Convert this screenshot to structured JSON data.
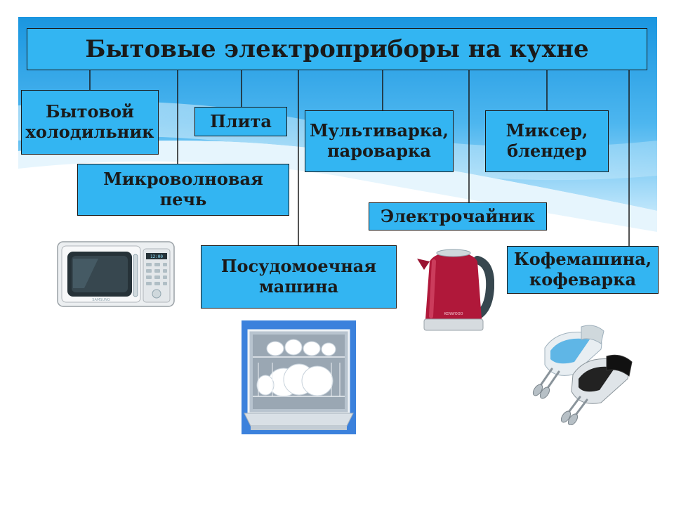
{
  "diagram": {
    "title": "Бытовые электроприборы на кухне",
    "nodes": [
      {
        "id": "fridge",
        "lines": [
          "Бытовой",
          "холодильник"
        ]
      },
      {
        "id": "stove",
        "lines": [
          "Плита"
        ]
      },
      {
        "id": "multicooker",
        "lines": [
          "Мультиварка,",
          "пароварка"
        ]
      },
      {
        "id": "mixer",
        "lines": [
          "Миксер,",
          "блендер"
        ]
      },
      {
        "id": "microwave",
        "lines": [
          "Микроволновая",
          "печь"
        ]
      },
      {
        "id": "kettle",
        "lines": [
          "Электрочайник"
        ]
      },
      {
        "id": "dishwasher",
        "lines": [
          "Посудомоечная",
          "машина"
        ]
      },
      {
        "id": "coffee",
        "lines": [
          "Кофемашина,",
          "кофеварка"
        ]
      }
    ],
    "edges": [
      [
        "title",
        "fridge"
      ],
      [
        "title",
        "microwave"
      ],
      [
        "title",
        "stove"
      ],
      [
        "title",
        "dishwasher"
      ],
      [
        "title",
        "multicooker"
      ],
      [
        "title",
        "kettle"
      ],
      [
        "title",
        "mixer"
      ],
      [
        "title",
        "coffee"
      ]
    ]
  },
  "pictures": [
    {
      "name": "microwave-image",
      "brand": "SAMSUNG"
    },
    {
      "name": "dishwasher-image"
    },
    {
      "name": "kettle-image",
      "brand": "KENWOOD"
    },
    {
      "name": "hand-mixer-image"
    }
  ],
  "colors": {
    "box_fill": "#33b5f2",
    "box_border": "#1a1a1a",
    "sky_top": "#1f9fe6",
    "sky_light": "#bfe6fb"
  }
}
